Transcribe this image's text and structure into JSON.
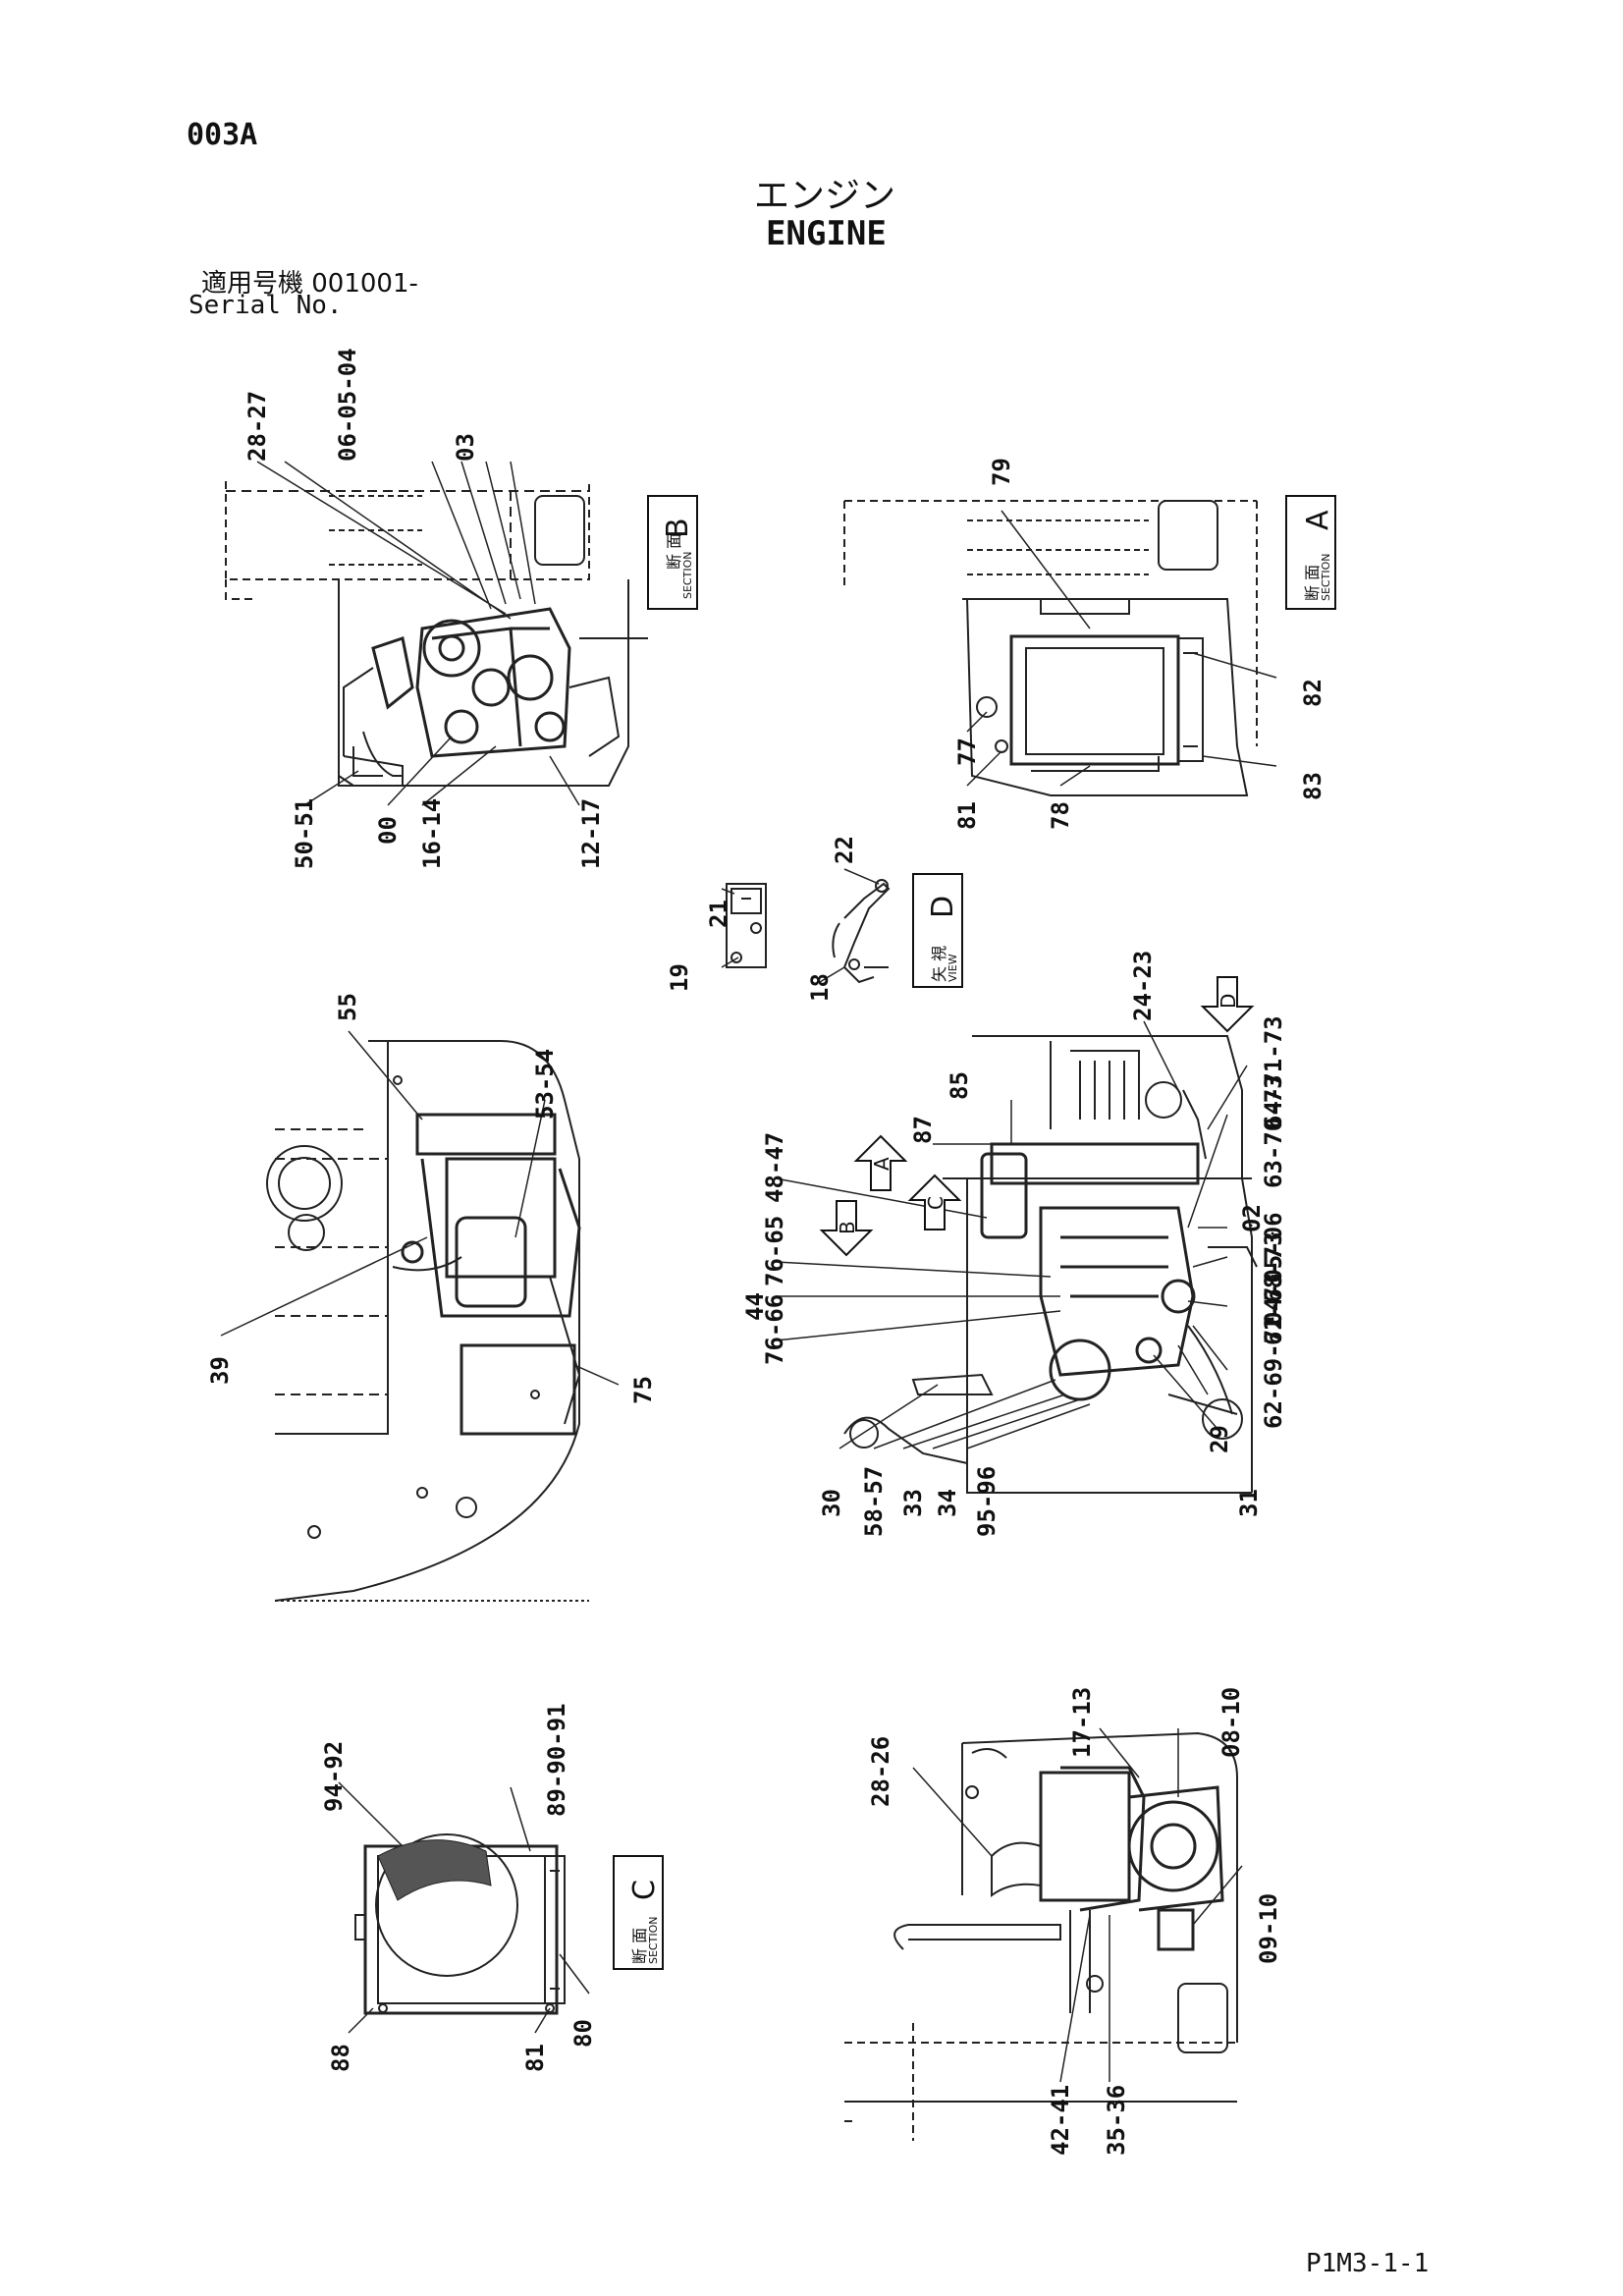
{
  "header": {
    "doc_code": "003A",
    "title_jp": "エンジン",
    "title_en": "ENGINE",
    "serial_jp": "適用号機  001001-",
    "serial_en": "Serial No."
  },
  "footer": {
    "page_code": "P1M3-1-1"
  },
  "section_boxes": [
    {
      "jp": "断 面",
      "en": "SECTION",
      "letter": "B"
    },
    {
      "jp": "断 面",
      "en": "SECTION",
      "letter": "A"
    },
    {
      "jp": "矢 視",
      "en": "VIEW",
      "letter": "D"
    },
    {
      "jp": "断 面",
      "en": "SECTION",
      "letter": "C"
    }
  ],
  "view_arrows": [
    "D",
    "A",
    "C",
    "B"
  ],
  "callouts": {
    "section_b_top": [
      "28-27",
      "06-05-04",
      "03"
    ],
    "section_b_bottom": [
      "50-51",
      "00",
      "16-14",
      "12-17"
    ],
    "section_a": [
      "79",
      "82",
      "83",
      "77",
      "81",
      "78"
    ],
    "view_d": [
      "21",
      "19",
      "22",
      "18"
    ],
    "top_view": [
      "55",
      "53-54",
      "39",
      "75"
    ],
    "main_view": [
      "24-23",
      "64-71-73",
      "63-70-73",
      "02",
      "61-68-73",
      "04-05-06",
      "62-69-72-73",
      "48-47",
      "87",
      "85",
      "76-65",
      "44",
      "76-66",
      "30",
      "58-57",
      "33",
      "34",
      "95-96",
      "31",
      "29"
    ],
    "section_c": [
      "94-92",
      "89-90-91",
      "88",
      "81",
      "80"
    ],
    "side_view": [
      "17-13",
      "08-10",
      "28-26",
      "09-10",
      "42-41",
      "35-36"
    ]
  }
}
